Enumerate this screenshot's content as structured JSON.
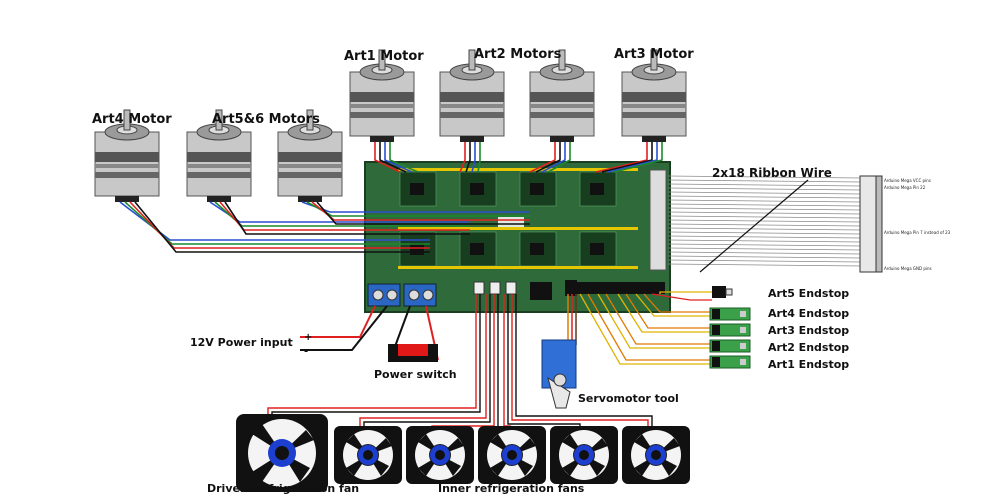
{
  "labels": {
    "art1_motor": "Art1 Motor",
    "art2_motors": "Art2 Motors",
    "art3_motor": "Art3 Motor",
    "art4_motor": "Art4 Motor",
    "art56_motors": "Art5&6 Motors",
    "ribbon_wire": "2x18 Ribbon Wire",
    "power_input": "12V Power input",
    "plus": "+",
    "minus": "-",
    "power_switch": "Power switch",
    "servomotor_tool": "Servomotor tool",
    "drivers_fan": "Drivers refrigeration fan",
    "inner_fans": "Inner refrigeration fans",
    "art5_endstop": "Art5 Endstop",
    "art4_endstop": "Art4 Endstop",
    "art3_endstop": "Art3 Endstop",
    "art2_endstop": "Art2 Endstop",
    "art1_endstop": "Art1 Endstop"
  },
  "connector_notes": {
    "vcc": "Arduino Mega VCC pins",
    "pin22": "Arduino Mega Pin 22",
    "pin7": "Arduino Mega Pin 7 instead of 23",
    "gnd": "Arduino Mega GND pins"
  },
  "colors": {
    "pcb": "#2f6b3a",
    "motor_body": "#b8b8b8",
    "wire_red": "#e02020",
    "wire_black": "#111111",
    "wire_blue": "#2a4fd0",
    "wire_green": "#1c8a2c",
    "wire_yellow": "#e0b400",
    "wire_orange": "#e07a00",
    "servo_blue": "#2f6fd6",
    "endstop_green": "#3aa14a"
  }
}
